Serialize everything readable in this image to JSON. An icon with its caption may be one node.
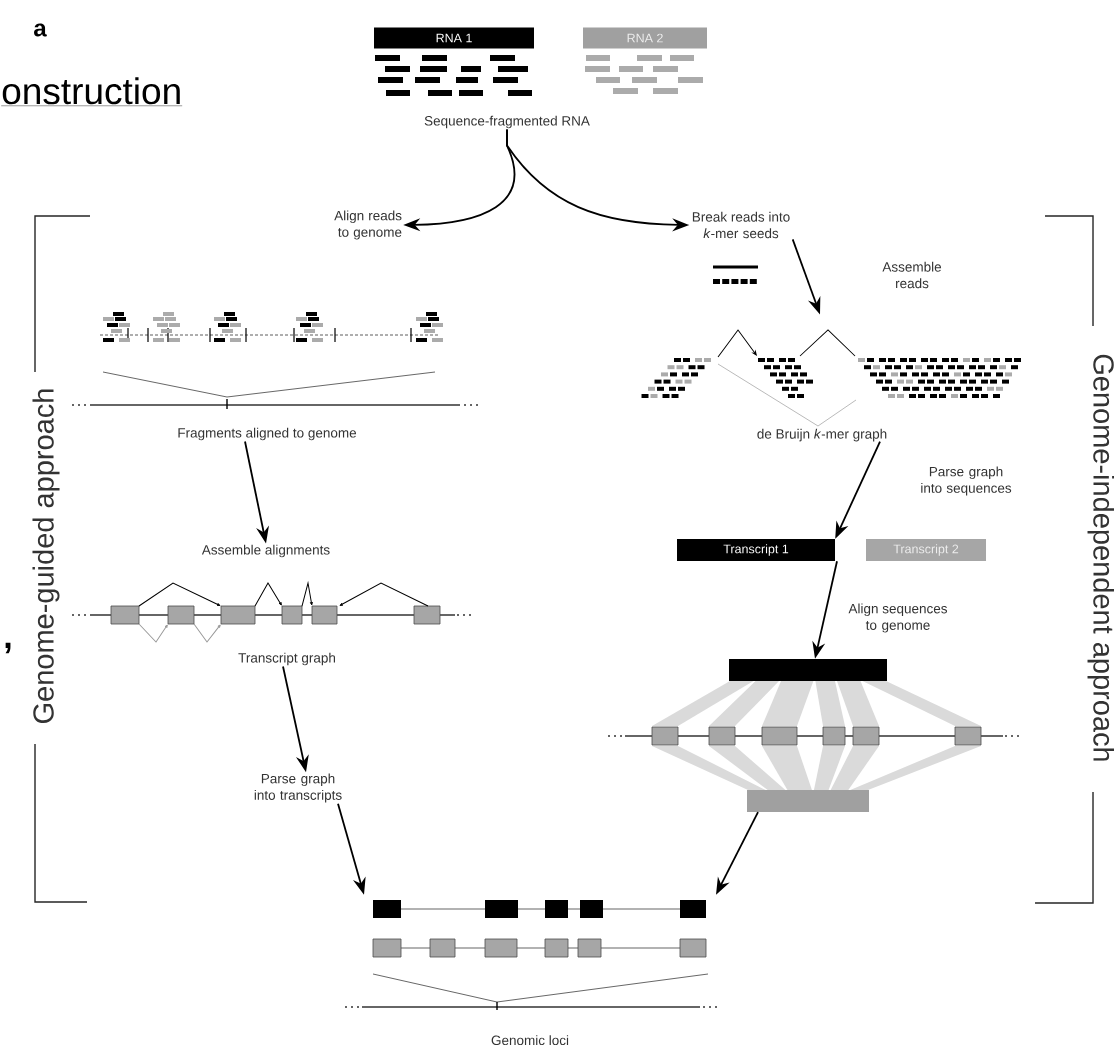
{
  "diagram": {
    "nodes": [
      {
        "text": [
          "RNA 1"
        ]
      },
      {
        "text": [
          "RNA 2"
        ]
      },
      {
        "text": [
          "Sequence-fragmented RNA"
        ]
      },
      {
        "text": [
          "Align reads to genome"
        ]
      },
      {
        "text": [
          "Break reads into *k*-mer seeds"
        ]
      },
      {
        "text": [
          "Fragments aligned to genome"
        ]
      },
      {
        "text": [
          "Assemble alignments"
        ]
      },
      {
        "text": [
          "Transcript graph"
        ]
      },
      {
        "text": [
          "Parse graph into transcripts"
        ]
      },
      {
        "text": [
          "de Bruijn *k*-mer graph"
        ]
      },
      {
        "text": [
          "Transcript 1"
        ]
      },
      {
        "text": [
          "Transcript 2"
        ]
      },
      {
        "text": [],
        "shape": "bar"
      },
      {
        "text": [],
        "shape": "bar"
      },
      {
        "text": [
          "Genomic loci"
        ]
      }
    ],
    "edges": [
      {
        "from": 2,
        "to": 3,
        "arrow": "to"
      },
      {
        "from": 2,
        "to": 4,
        "arrow": "to"
      },
      {
        "from": 5,
        "to": 6,
        "arrow": "to"
      },
      {
        "from": 7,
        "to": 8,
        "arrow": "to"
      },
      {
        "from": 8,
        "to": 14,
        "arrow": "to"
      },
      {
        "from": 4,
        "to": 9,
        "arrow": "to",
        "label": "Assemble reads"
      },
      {
        "from": 9,
        "to": 10,
        "arrow": "to",
        "label": "Parse graph into sequences"
      },
      {
        "from": 10,
        "to": 12,
        "arrow": "to",
        "label": "Align sequences to genome"
      },
      {
        "from": 13,
        "to": 14,
        "arrow": "to"
      }
    ],
    "labels": [
      "a",
      "onstruction",
      ",",
      "Genome-guided approach",
      "Genome-independent approach"
    ]
  }
}
